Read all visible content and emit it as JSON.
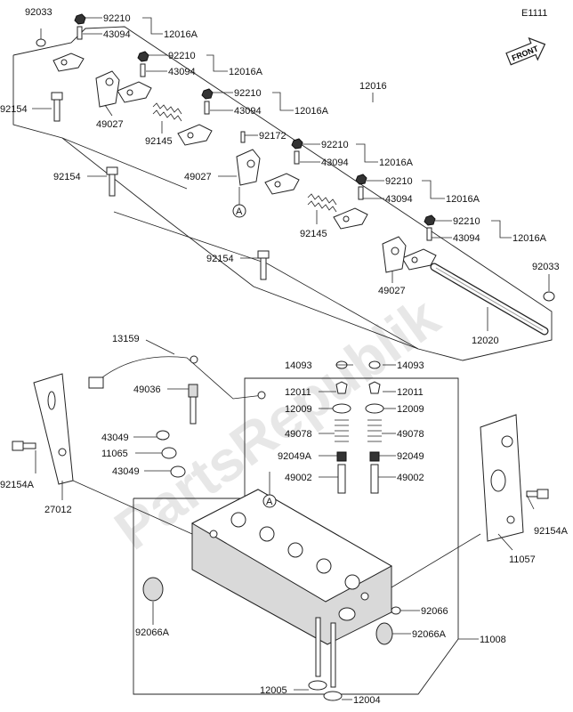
{
  "diagram_code": "E1111",
  "front_label": "FRONT",
  "watermark": "PartsRepublik",
  "callout_marker": "A",
  "labels": [
    {
      "id": "l01",
      "text": "92033"
    },
    {
      "id": "l02",
      "text": "92210"
    },
    {
      "id": "l03",
      "text": "43094"
    },
    {
      "id": "l04",
      "text": "12016A"
    },
    {
      "id": "l05",
      "text": "92210"
    },
    {
      "id": "l06",
      "text": "43094"
    },
    {
      "id": "l07",
      "text": "12016A"
    },
    {
      "id": "l08",
      "text": "12016"
    },
    {
      "id": "l09",
      "text": "92154"
    },
    {
      "id": "l10",
      "text": "49027"
    },
    {
      "id": "l11",
      "text": "92210"
    },
    {
      "id": "l12",
      "text": "43094"
    },
    {
      "id": "l13",
      "text": "12016A"
    },
    {
      "id": "l14",
      "text": "92145"
    },
    {
      "id": "l15",
      "text": "92172"
    },
    {
      "id": "l16",
      "text": "92210"
    },
    {
      "id": "l17",
      "text": "43094"
    },
    {
      "id": "l18",
      "text": "12016A"
    },
    {
      "id": "l19",
      "text": "92154"
    },
    {
      "id": "l20",
      "text": "49027"
    },
    {
      "id": "l21",
      "text": "92210"
    },
    {
      "id": "l22",
      "text": "43094"
    },
    {
      "id": "l23",
      "text": "12016A"
    },
    {
      "id": "l24",
      "text": "92145"
    },
    {
      "id": "l25",
      "text": "92210"
    },
    {
      "id": "l26",
      "text": "43094"
    },
    {
      "id": "l27",
      "text": "12016A"
    },
    {
      "id": "l28",
      "text": "92154"
    },
    {
      "id": "l29",
      "text": "92033"
    },
    {
      "id": "l30",
      "text": "49027"
    },
    {
      "id": "l31",
      "text": "12020"
    },
    {
      "id": "l32",
      "text": "13159"
    },
    {
      "id": "l33",
      "text": "14093"
    },
    {
      "id": "l34",
      "text": "14093"
    },
    {
      "id": "l35",
      "text": "49036"
    },
    {
      "id": "l36",
      "text": "12011"
    },
    {
      "id": "l37",
      "text": "12011"
    },
    {
      "id": "l38",
      "text": "12009"
    },
    {
      "id": "l39",
      "text": "12009"
    },
    {
      "id": "l40",
      "text": "43049"
    },
    {
      "id": "l41",
      "text": "49078"
    },
    {
      "id": "l42",
      "text": "49078"
    },
    {
      "id": "l43",
      "text": "11065"
    },
    {
      "id": "l44",
      "text": "92154A"
    },
    {
      "id": "l45",
      "text": "43049"
    },
    {
      "id": "l46",
      "text": "92049A"
    },
    {
      "id": "l47",
      "text": "92049"
    },
    {
      "id": "l48",
      "text": "49002"
    },
    {
      "id": "l49",
      "text": "49002"
    },
    {
      "id": "l50",
      "text": "27012"
    },
    {
      "id": "l51",
      "text": "92154A"
    },
    {
      "id": "l52",
      "text": "11057"
    },
    {
      "id": "l53",
      "text": "92066"
    },
    {
      "id": "l54",
      "text": "92066A"
    },
    {
      "id": "l55",
      "text": "92066A"
    },
    {
      "id": "l56",
      "text": "11008"
    },
    {
      "id": "l57",
      "text": "12005"
    },
    {
      "id": "l58",
      "text": "12004"
    }
  ]
}
